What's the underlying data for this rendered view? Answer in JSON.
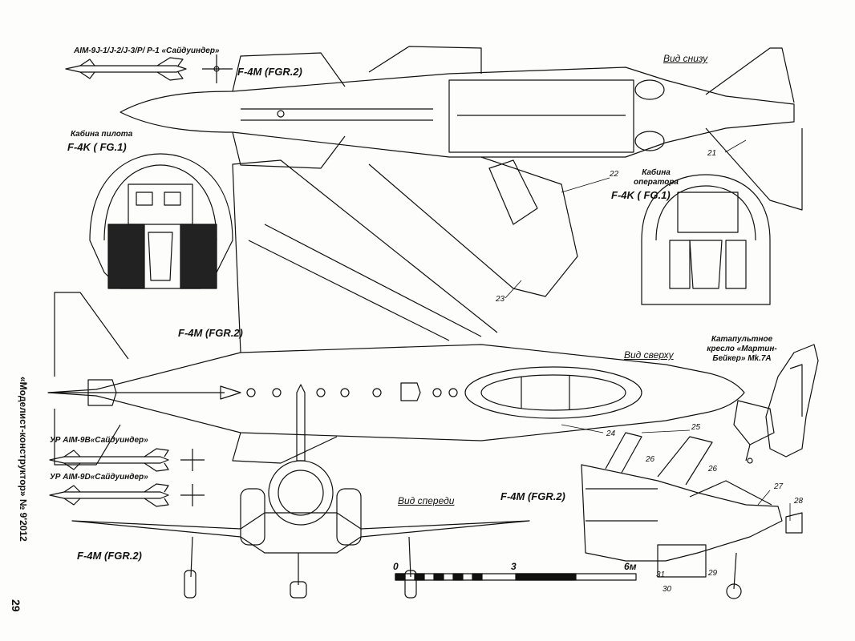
{
  "labels": {
    "missile_top": "AIM-9J-1/J-2/J-3/P/ P-1  «Сайдуиндер»",
    "f4m_bottom_view": "F-4M (FGR.2)",
    "view_from_below": "Вид снизу",
    "pilot_cabin_title": "Кабина пилота",
    "pilot_cabin_model": "F-4K ( FG.1)",
    "operator_cabin_title": "Кабина оператора",
    "operator_cabin_model": "F-4K ( FG.1)",
    "f4m_top_view": "F-4M (FGR.2)",
    "view_from_above": "Вид сверху",
    "seat_title": "Катапультное кресло «Мартин-Бейкер» Mk.7A",
    "missile_9b": "УР AIM-9B«Сайдуиндер»",
    "missile_9d": "УР AIM-9D«Сайдуиндер»",
    "view_front": "Вид спереди",
    "f4m_front": "F-4M (FGR.2)",
    "f4m_detail": "F-4M (FGR.2)",
    "side_caption": "«Моделист-конструктор» № 9'2012",
    "page_number": "29"
  },
  "callouts": [
    "21",
    "22",
    "23",
    "24",
    "25",
    "26",
    "26",
    "27",
    "28",
    "29",
    "30",
    "31"
  ],
  "scale": {
    "zero": "0",
    "mid": "3",
    "end": "6м"
  }
}
